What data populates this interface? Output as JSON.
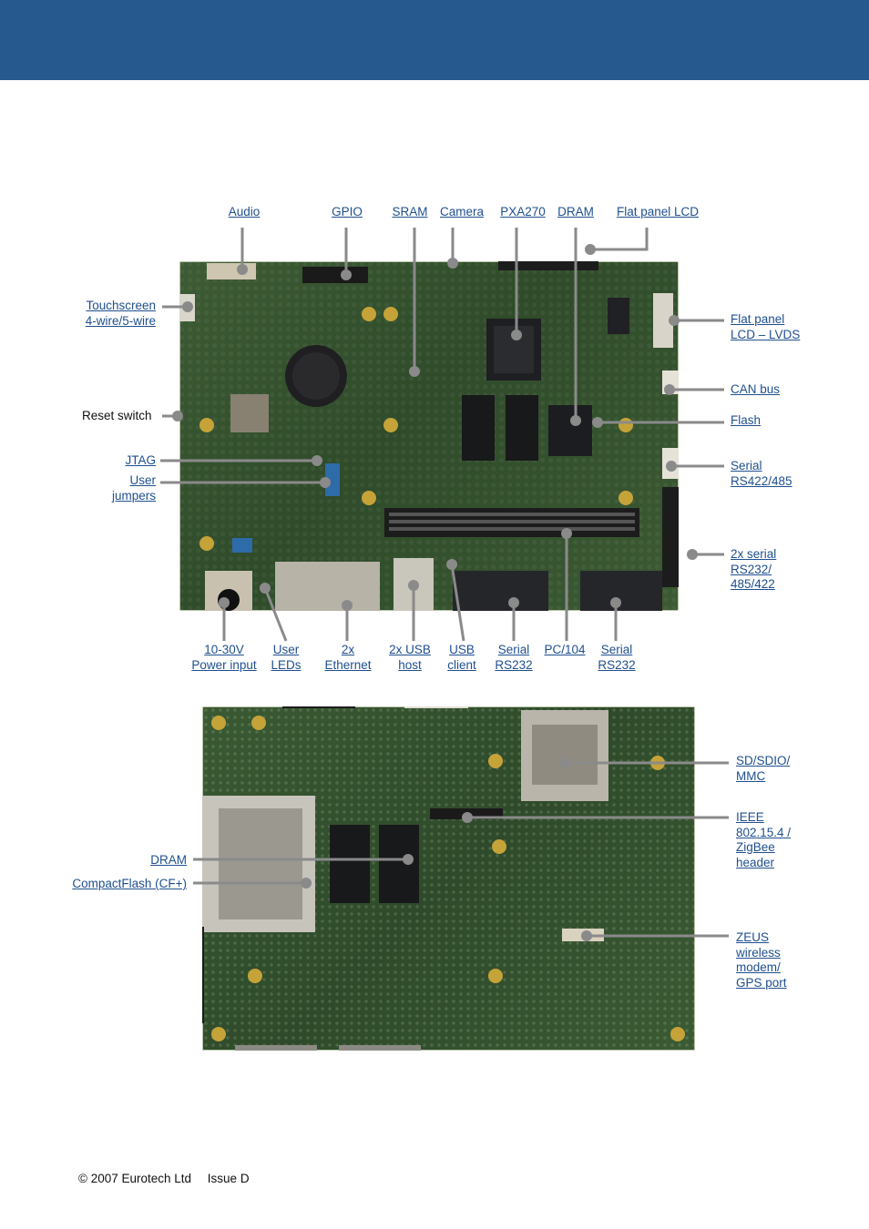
{
  "top_labels": {
    "audio": "Audio",
    "gpio": "GPIO",
    "sram": "SRAM",
    "camera": "Camera",
    "pxa270": "PXA270",
    "dram": "DRAM",
    "flat_panel_lcd": "Flat panel LCD",
    "touchscreen_1": "Touchscreen",
    "touchscreen_2": "4-wire/5-wire",
    "reset_switch": "Reset switch",
    "jtag": "JTAG",
    "user_jumpers_1": "User",
    "user_jumpers_2": "jumpers",
    "flat_panel_lvds_1": "Flat panel",
    "flat_panel_lvds_2": "LCD – LVDS",
    "can_bus": "CAN bus",
    "flash": "Flash",
    "serial_rs422_1": "Serial",
    "serial_rs422_2": "RS422/485",
    "serial2x_1": "2x serial",
    "serial2x_2": "RS232/",
    "serial2x_3": "485/422",
    "power_1": "10-30V",
    "power_2": "Power input",
    "user_leds_1": "User",
    "user_leds_2": "LEDs",
    "ethernet_1": "2x",
    "ethernet_2": "Ethernet",
    "usb_host_1": "2x USB",
    "usb_host_2": "host",
    "usb_client_1": "USB",
    "usb_client_2": "client",
    "serial_a_1": "Serial",
    "serial_a_2": "RS232",
    "pc104": "PC/104",
    "serial_b_1": "Serial",
    "serial_b_2": "RS232"
  },
  "bottom_labels": {
    "dram": "DRAM",
    "compactflash": "CompactFlash (CF+)",
    "sd_1": "SD/SDIO/",
    "sd_2": "MMC",
    "ieee_1": "IEEE",
    "ieee_2": "802.15.4 /",
    "ieee_3": "ZigBee",
    "ieee_4": "header",
    "zeus_1": "ZEUS",
    "zeus_2": "wireless",
    "zeus_3": "modem/",
    "zeus_4": "GPS port"
  },
  "footer": {
    "copyright": "© 2007 Eurotech Ltd",
    "issue": "Issue D"
  },
  "colors": {
    "banner": "#265a8e",
    "link": "#1f4f8f",
    "leader": "#8a8a8a"
  }
}
